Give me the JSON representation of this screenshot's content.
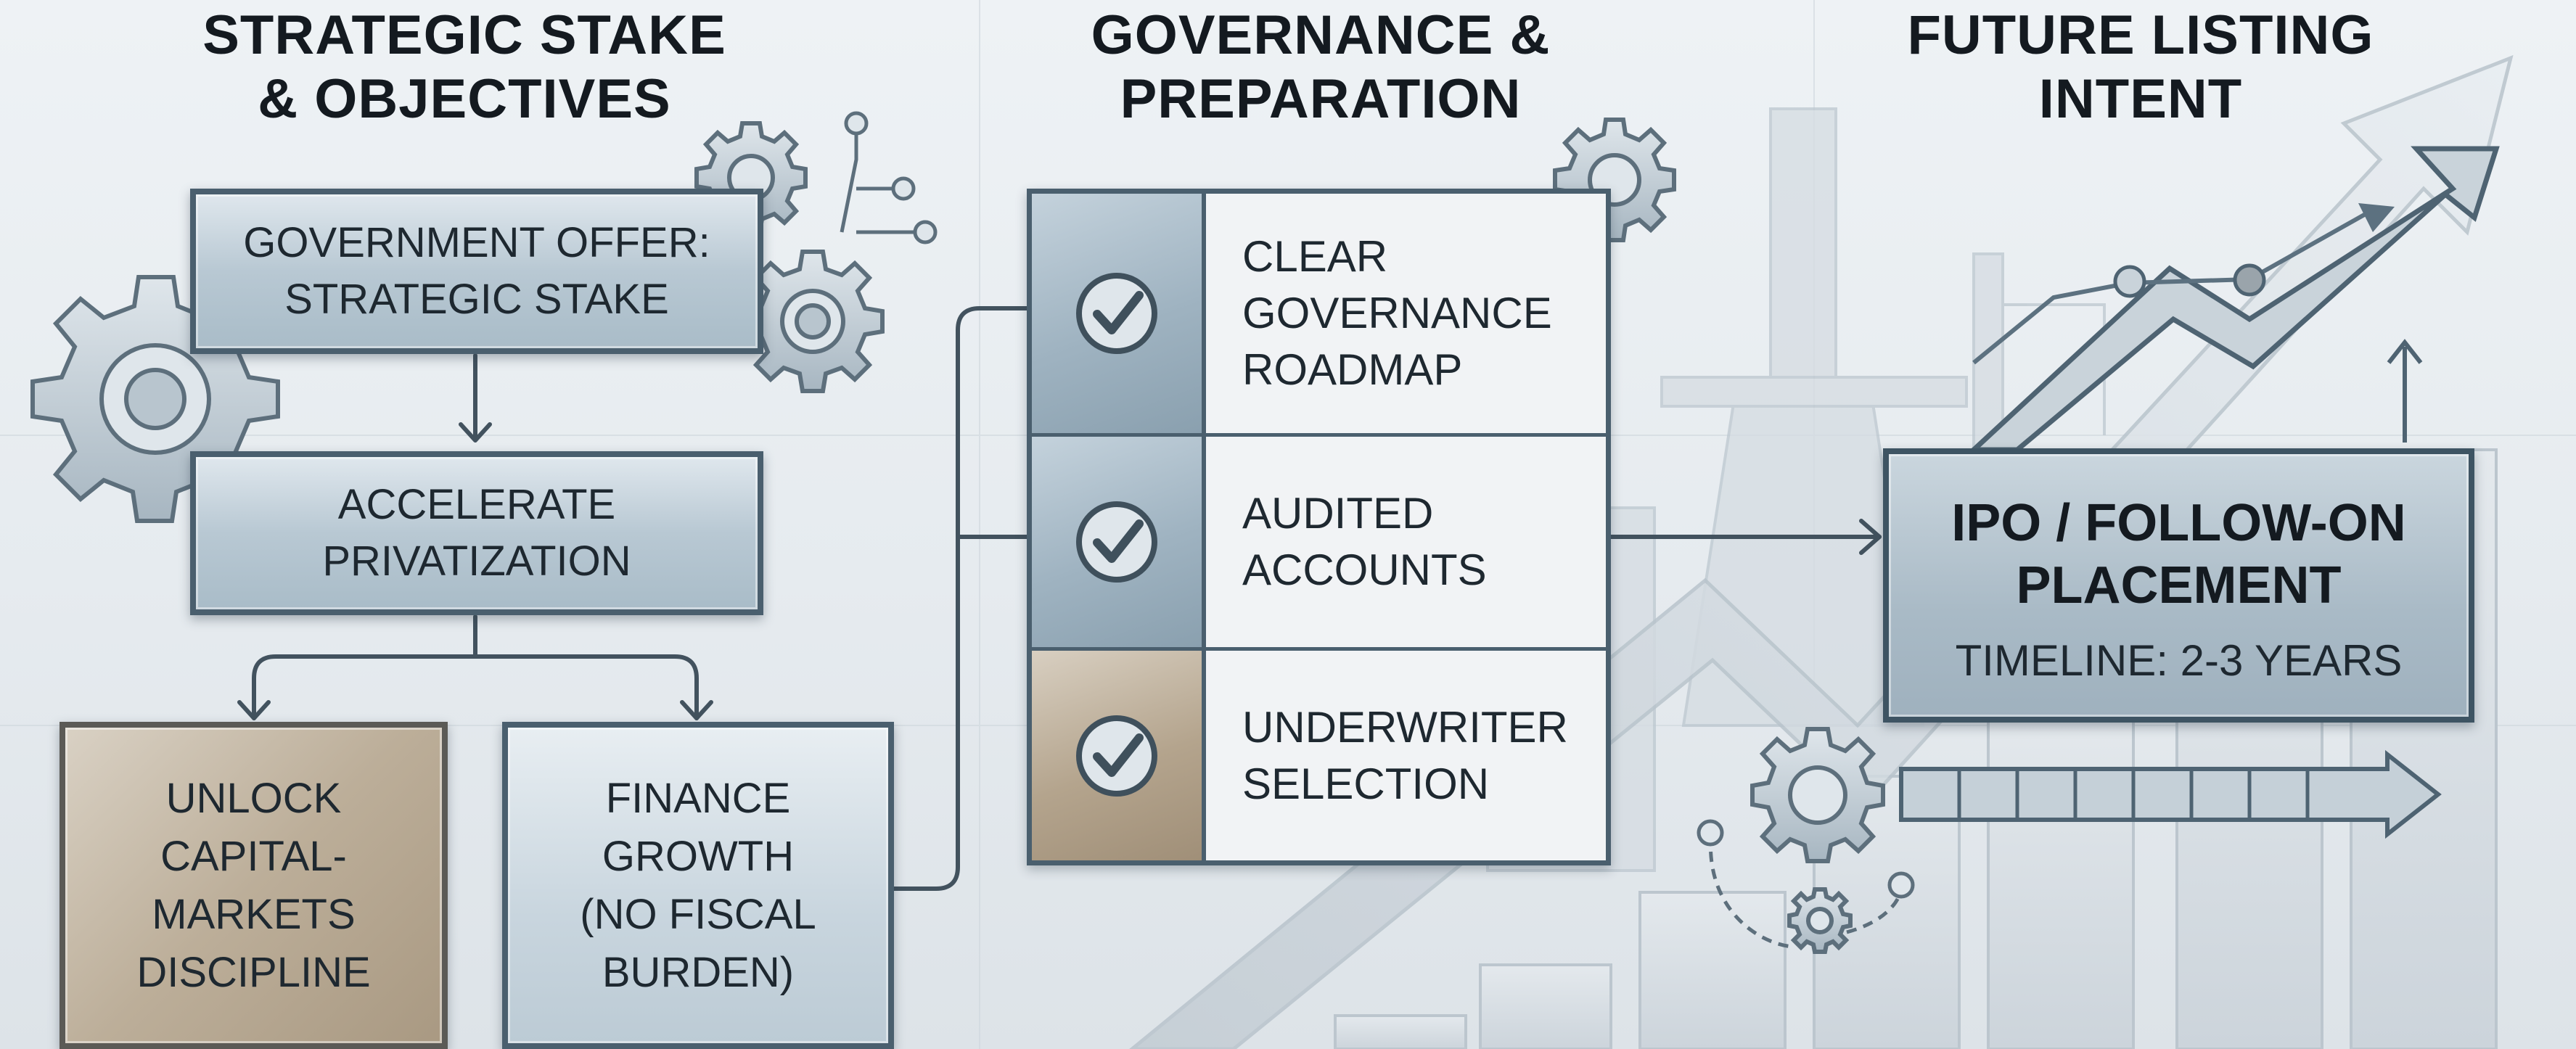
{
  "columns": [
    {
      "heading": [
        "STRATEGIC STAKE",
        "& OBJECTIVES"
      ]
    },
    {
      "heading": [
        "GOVERNANCE &",
        "PREPARATION"
      ]
    },
    {
      "heading": [
        "FUTURE LISTING",
        "INTENT"
      ]
    }
  ],
  "strategic": {
    "offer": [
      "GOVERNMENT OFFER:",
      "STRATEGIC STAKE"
    ],
    "accelerate": [
      "ACCELERATE",
      "PRIVATIZATION"
    ],
    "unlock": [
      "UNLOCK",
      "CAPITAL-",
      "MARKETS",
      "DISCIPLINE"
    ],
    "finance": [
      "FINANCE",
      "GROWTH",
      "(NO FISCAL",
      "BURDEN)"
    ]
  },
  "governance": {
    "items": [
      {
        "text": [
          "CLEAR",
          "GOVERNANCE",
          "ROADMAP"
        ]
      },
      {
        "text": [
          "AUDITED",
          "ACCOUNTS"
        ]
      },
      {
        "text": [
          "UNDERWRITER",
          "SELECTION"
        ]
      }
    ]
  },
  "listing": {
    "title": [
      "IPO / FOLLOW-ON",
      "PLACEMENT"
    ],
    "timeline": "TIMELINE: 2-3 YEARS"
  },
  "icons": [
    "gear-icon",
    "checkmark-icon",
    "growth-arrow-icon",
    "progress-arrow-icon"
  ],
  "colors": {
    "ink": "#141a20",
    "steel": "#a9bcc8",
    "bronze": "#bcae99",
    "border": "#4a5f6e"
  }
}
